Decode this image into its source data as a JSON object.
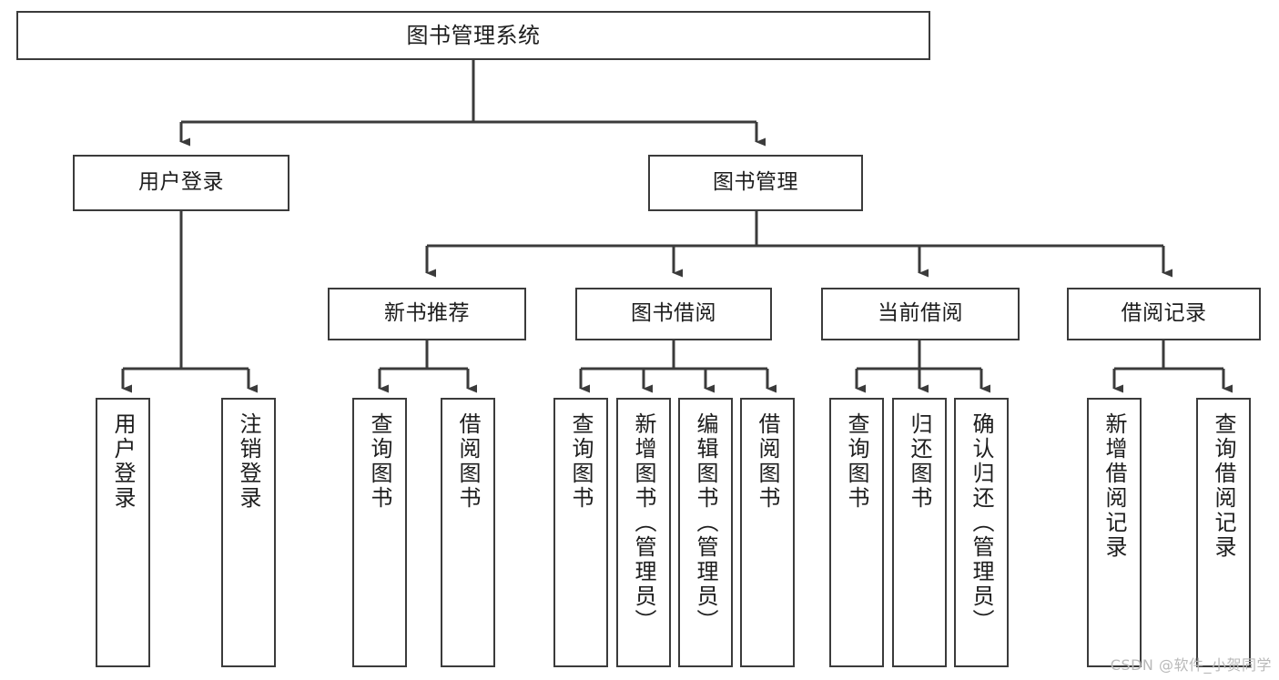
{
  "diagram": {
    "type": "tree",
    "title": "图书管理系统",
    "style": {
      "stroke": "#3b3b3b",
      "fill": "#ffffff",
      "text": "#1d1d1d",
      "background": "#ffffff"
    },
    "nodes": {
      "root": {
        "label": "图书管理系统",
        "level": 1
      },
      "user_login": {
        "label": "用户登录",
        "level": 2
      },
      "book_manage": {
        "label": "图书管理",
        "level": 2
      },
      "new_book_rec": {
        "label": "新书推荐",
        "level": 3
      },
      "book_borrow": {
        "label": "图书借阅",
        "level": 3
      },
      "current_borrow": {
        "label": "当前借阅",
        "level": 3
      },
      "borrow_record": {
        "label": "借阅记录",
        "level": 3
      },
      "leaf_user_login": {
        "label": "用户登录",
        "level": 4
      },
      "leaf_logout": {
        "label": "注销登录",
        "level": 4
      },
      "leaf_query_book_1": {
        "label": "查询图书",
        "level": 4
      },
      "leaf_borrow_book_1": {
        "label": "借阅图书",
        "level": 4
      },
      "leaf_query_book_2": {
        "label": "查询图书",
        "level": 4
      },
      "leaf_add_book": {
        "label": "新增图书（管理员）",
        "level": 4
      },
      "leaf_edit_book": {
        "label": "编辑图书（管理员）",
        "level": 4
      },
      "leaf_borrow_book_2": {
        "label": "借阅图书",
        "level": 4
      },
      "leaf_query_book_3": {
        "label": "查询图书",
        "level": 4
      },
      "leaf_return_book": {
        "label": "归还图书",
        "level": 4
      },
      "leaf_confirm_return": {
        "label": "确认归还（管理员）",
        "level": 4
      },
      "leaf_add_record": {
        "label": "新增借阅记录",
        "level": 4
      },
      "leaf_query_record": {
        "label": "查询借阅记录",
        "level": 4
      }
    },
    "edges": [
      {
        "from": "root",
        "to": "user_login"
      },
      {
        "from": "root",
        "to": "book_manage"
      },
      {
        "from": "user_login",
        "to": "leaf_user_login"
      },
      {
        "from": "user_login",
        "to": "leaf_logout"
      },
      {
        "from": "book_manage",
        "to": "new_book_rec"
      },
      {
        "from": "book_manage",
        "to": "book_borrow"
      },
      {
        "from": "book_manage",
        "to": "current_borrow"
      },
      {
        "from": "book_manage",
        "to": "borrow_record"
      },
      {
        "from": "new_book_rec",
        "to": "leaf_query_book_1"
      },
      {
        "from": "new_book_rec",
        "to": "leaf_borrow_book_1"
      },
      {
        "from": "book_borrow",
        "to": "leaf_query_book_2"
      },
      {
        "from": "book_borrow",
        "to": "leaf_add_book"
      },
      {
        "from": "book_borrow",
        "to": "leaf_edit_book"
      },
      {
        "from": "book_borrow",
        "to": "leaf_borrow_book_2"
      },
      {
        "from": "current_borrow",
        "to": "leaf_query_book_3"
      },
      {
        "from": "current_borrow",
        "to": "leaf_return_book"
      },
      {
        "from": "current_borrow",
        "to": "leaf_confirm_return"
      },
      {
        "from": "borrow_record",
        "to": "leaf_add_record"
      },
      {
        "from": "borrow_record",
        "to": "leaf_query_record"
      }
    ]
  },
  "watermark": {
    "text": "CSDN @软件_小贺同学"
  }
}
